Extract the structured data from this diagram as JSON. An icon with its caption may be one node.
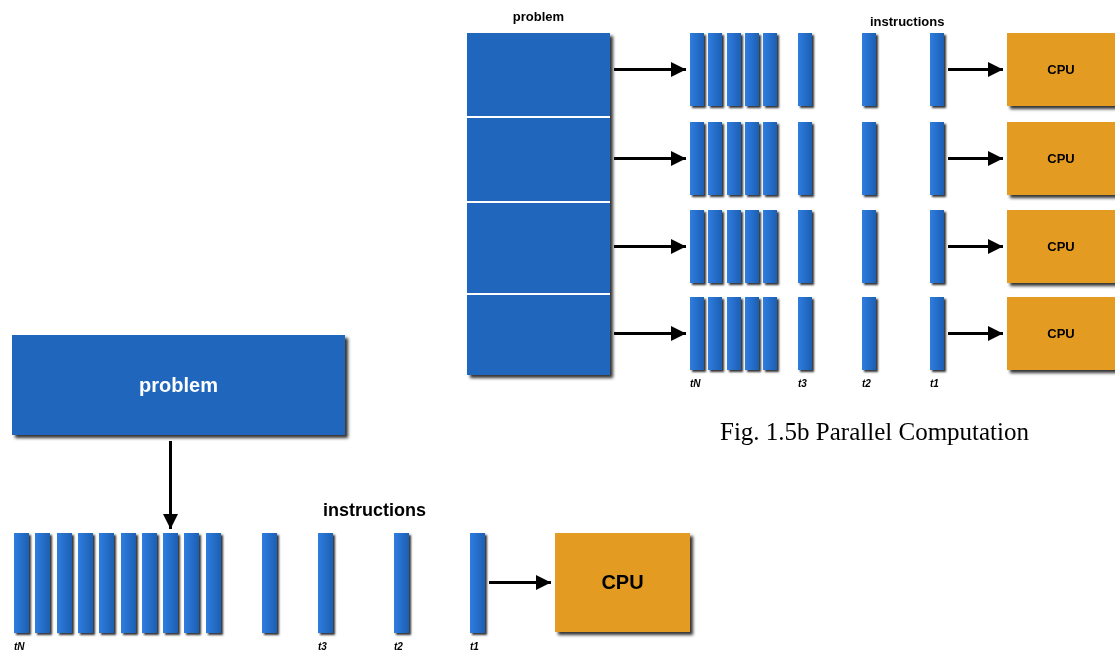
{
  "diagram": {
    "caption": "Fig. 1.5b Parallel Computation",
    "nodes": [
      {
        "text": [
          "problem"
        ]
      },
      {
        "text": [],
        "shape": "box",
        "in": 0
      },
      {
        "text": [],
        "shape": "box",
        "in": 0
      },
      {
        "text": [],
        "shape": "box",
        "in": 0
      },
      {
        "text": [],
        "shape": "box",
        "in": 0
      },
      {
        "text": [],
        "shape": "bar"
      },
      {
        "text": [],
        "shape": "bar"
      },
      {
        "text": [],
        "shape": "bar"
      },
      {
        "text": [],
        "shape": "bar"
      },
      {
        "text": [],
        "shape": "bar"
      },
      {
        "text": [],
        "shape": "bar"
      },
      {
        "text": [],
        "shape": "bar"
      },
      {
        "text": [],
        "shape": "bar"
      },
      {
        "text": [
          "CPU"
        ]
      },
      {
        "text": [],
        "shape": "bar"
      },
      {
        "text": [],
        "shape": "bar"
      },
      {
        "text": [],
        "shape": "bar"
      },
      {
        "text": [],
        "shape": "bar"
      },
      {
        "text": [],
        "shape": "bar"
      },
      {
        "text": [],
        "shape": "bar"
      },
      {
        "text": [],
        "shape": "bar"
      },
      {
        "text": [],
        "shape": "bar"
      },
      {
        "text": [
          "CPU"
        ]
      },
      {
        "text": [],
        "shape": "bar"
      },
      {
        "text": [],
        "shape": "bar"
      },
      {
        "text": [],
        "shape": "bar"
      },
      {
        "text": [],
        "shape": "bar"
      },
      {
        "text": [],
        "shape": "bar"
      },
      {
        "text": [],
        "shape": "bar"
      },
      {
        "text": [],
        "shape": "bar"
      },
      {
        "text": [],
        "shape": "bar"
      },
      {
        "text": [
          "CPU"
        ]
      },
      {
        "text": [],
        "shape": "bar",
        "beside": [
          "tN"
        ]
      },
      {
        "text": [],
        "shape": "bar"
      },
      {
        "text": [],
        "shape": "bar"
      },
      {
        "text": [],
        "shape": "bar"
      },
      {
        "text": [],
        "shape": "bar"
      },
      {
        "text": [],
        "shape": "bar",
        "beside": [
          "t3"
        ]
      },
      {
        "text": [],
        "shape": "bar",
        "beside": [
          "t2"
        ]
      },
      {
        "text": [],
        "shape": "bar",
        "beside": [
          "t1"
        ]
      },
      {
        "text": [
          "CPU"
        ]
      },
      {
        "text": [
          "problem"
        ]
      },
      {
        "text": [],
        "shape": "bar",
        "beside": [
          "tN"
        ]
      },
      {
        "text": [],
        "shape": "bar"
      },
      {
        "text": [],
        "shape": "bar"
      },
      {
        "text": [],
        "shape": "bar"
      },
      {
        "text": [],
        "shape": "bar"
      },
      {
        "text": [],
        "shape": "bar"
      },
      {
        "text": [],
        "shape": "bar"
      },
      {
        "text": [],
        "shape": "bar"
      },
      {
        "text": [],
        "shape": "bar"
      },
      {
        "text": [],
        "shape": "bar"
      },
      {
        "text": [],
        "shape": "bar"
      },
      {
        "text": [],
        "shape": "bar",
        "beside": [
          "t3"
        ]
      },
      {
        "text": [],
        "shape": "bar",
        "beside": [
          "t2"
        ]
      },
      {
        "text": [],
        "shape": "bar",
        "beside": [
          "t1"
        ]
      },
      {
        "text": [
          "CPU"
        ]
      }
    ],
    "edges": [
      {
        "from": 1,
        "to": 5,
        "arrow": "to"
      },
      {
        "from": 12,
        "to": 13,
        "arrow": "to"
      },
      {
        "from": 2,
        "to": 14,
        "arrow": "to"
      },
      {
        "from": 21,
        "to": 22,
        "arrow": "to"
      },
      {
        "from": 3,
        "to": 23,
        "arrow": "to"
      },
      {
        "from": 30,
        "to": 31,
        "arrow": "to"
      },
      {
        "from": 4,
        "to": 32,
        "arrow": "to"
      },
      {
        "from": 39,
        "to": 40,
        "arrow": "to"
      },
      {
        "from": 41,
        "to": 49,
        "arrow": "to"
      },
      {
        "from": 55,
        "to": 56,
        "arrow": "to"
      }
    ],
    "labels": [
      "instructions",
      "instructions"
    ]
  }
}
